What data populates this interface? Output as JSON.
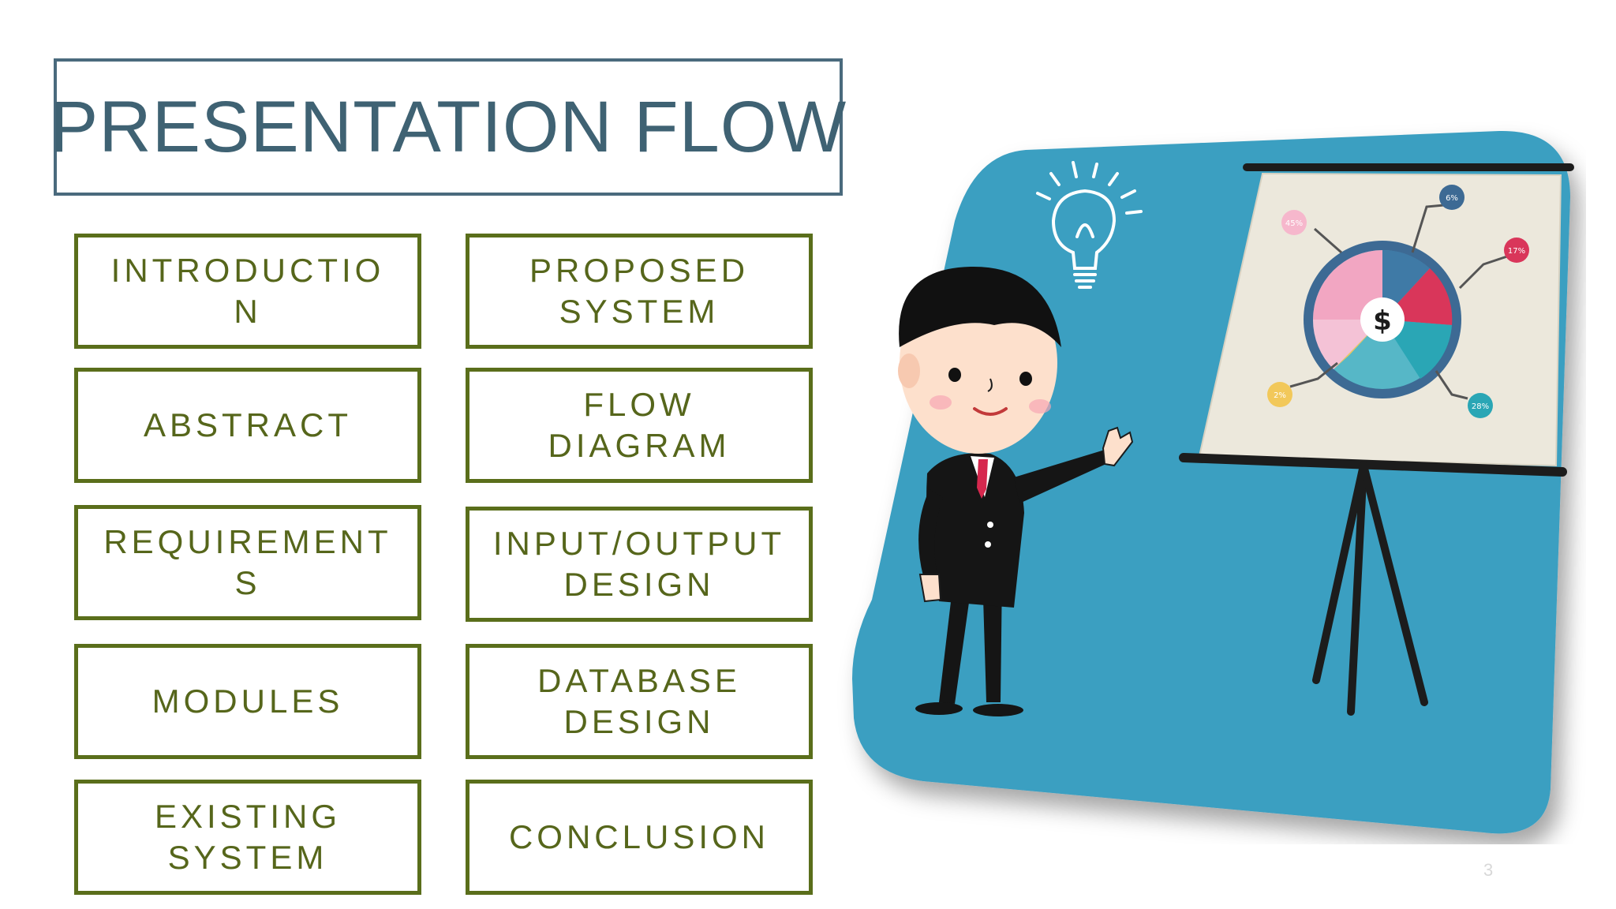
{
  "title": "PRESENTATION FLOW",
  "topics_left": [
    "INTRODUCTIO\nN",
    "ABSTRACT",
    "REQUIREMENT\nS",
    "MODULES",
    "EXISTING\nSYSTEM"
  ],
  "topics_right": [
    "PROPOSED\nSYSTEM",
    "FLOW\nDIAGRAM",
    "INPUT/OUTPUT\nDESIGN",
    "DATABASE\nDESIGN",
    "CONCLUSION"
  ],
  "illustration": {
    "currency_symbol": "$",
    "chart_labels": [
      "45%",
      "6%",
      "17%",
      "28%",
      "2%"
    ]
  },
  "slide_number": "3",
  "colors": {
    "title": "#3f6273",
    "title_border": "#4a6a7d",
    "topic_border": "#5a6e1b",
    "topic_text": "#56661b",
    "illustration_bg": "#3b9fc1"
  }
}
